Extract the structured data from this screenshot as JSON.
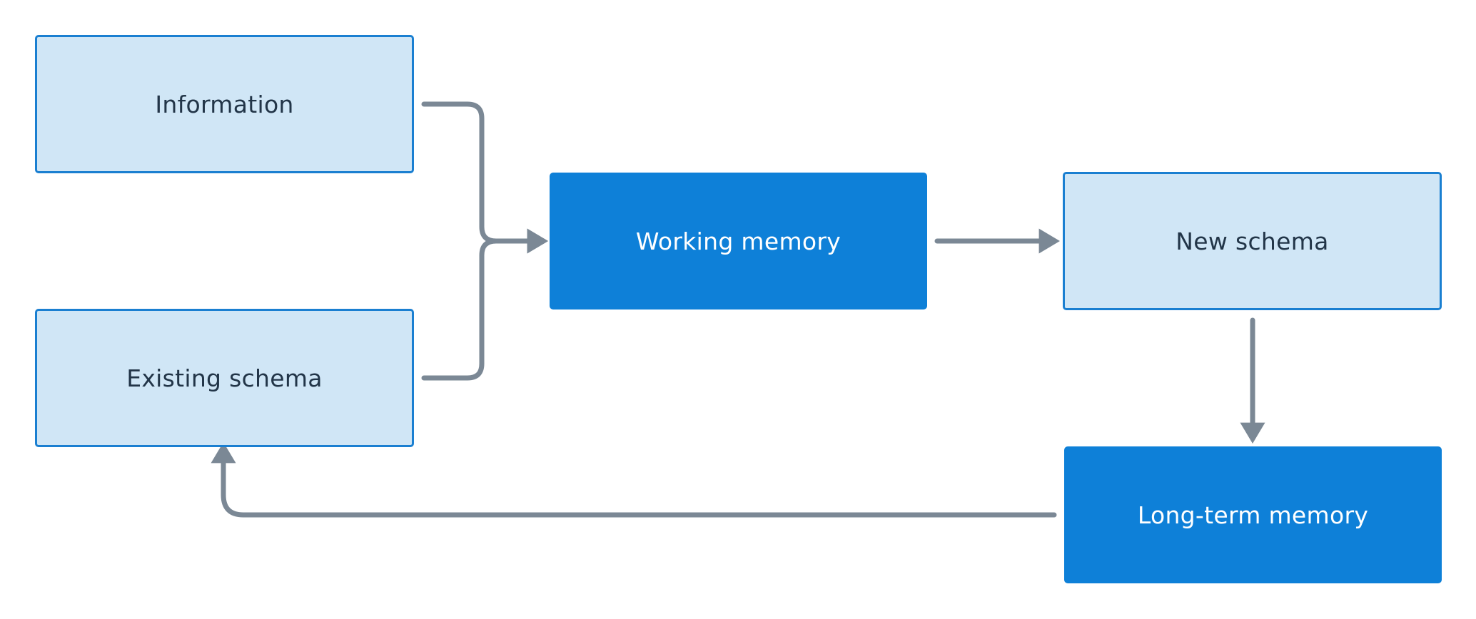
{
  "colors": {
    "light_fill": "#d0e6f6",
    "light_border": "#1a7fd1",
    "dark_fill": "#0e80d8",
    "text_dark": "#223548",
    "text_light": "#ffffff",
    "connector": "#7b8895",
    "background": "#ffffff"
  },
  "nodes": {
    "information": {
      "label": "Information",
      "style": "light"
    },
    "existing_schema": {
      "label": "Existing schema",
      "style": "light"
    },
    "working_memory": {
      "label": "Working memory",
      "style": "dark"
    },
    "new_schema": {
      "label": "New schema",
      "style": "light"
    },
    "long_term_memory": {
      "label": "Long-term memory",
      "style": "dark"
    }
  },
  "edges": [
    {
      "from": "information",
      "to": "working_memory"
    },
    {
      "from": "existing_schema",
      "to": "working_memory"
    },
    {
      "from": "working_memory",
      "to": "new_schema"
    },
    {
      "from": "new_schema",
      "to": "long_term_memory"
    },
    {
      "from": "long_term_memory",
      "to": "existing_schema"
    }
  ]
}
